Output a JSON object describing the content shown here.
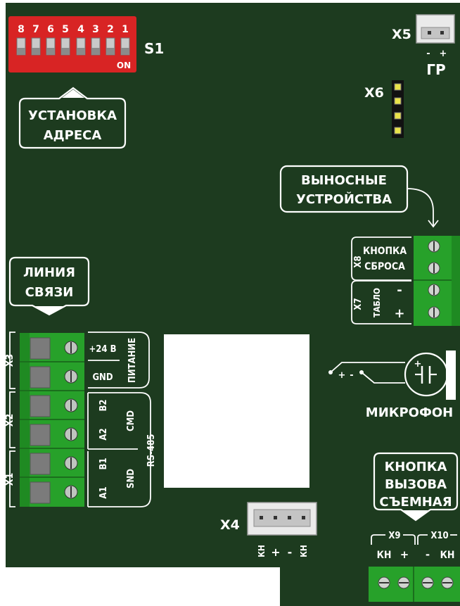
{
  "colors": {
    "board": "#1d3b1f",
    "dip_switch": "#d82424",
    "terminal_green": "#27a12a",
    "silk": "#ffffff"
  },
  "s1": {
    "label": "S1",
    "numbers": [
      "8",
      "7",
      "6",
      "5",
      "4",
      "3",
      "2",
      "1"
    ],
    "on_label": "ON"
  },
  "address_box": {
    "line1": "УСТАНОВКА",
    "line2": "АДРЕСА"
  },
  "x5": {
    "label": "X5",
    "minus": "-",
    "plus": "+",
    "caption": "ГР"
  },
  "x6": {
    "label": "X6"
  },
  "remote_box": {
    "line1": "ВЫНОСНЫЕ",
    "line2": "УСТРОЙСТВА"
  },
  "x8": {
    "label": "X8",
    "line1": "КНОПКА",
    "line2": "СБРОСА"
  },
  "x7": {
    "label": "X7",
    "name": "ТАБЛО",
    "minus": "-",
    "plus": "+"
  },
  "link_box": {
    "line1": "ЛИНИЯ",
    "line2": "СВЯЗИ"
  },
  "left_terminals": {
    "x3": "X3",
    "x2": "X2",
    "x1": "X1",
    "plus24": "+24 В",
    "gnd": "GND",
    "power": "ПИТАНИЕ",
    "b2": "B2",
    "a2": "A2",
    "b1": "B1",
    "a1": "A1",
    "cmd": "CMD",
    "snd": "SND",
    "rs485": "RS-485"
  },
  "microphone": {
    "label": "МИКРОФОН",
    "plus": "+",
    "minus": "-",
    "cap_plus": "+"
  },
  "call_button_box": {
    "line1": "КНОПКА",
    "line2": "ВЫЗОВА",
    "line3": "СЪЕМНАЯ"
  },
  "x9": {
    "label": "X9",
    "kn": "КН",
    "plus": "+"
  },
  "x10": {
    "label": "X10",
    "minus": "-",
    "kn": "КН"
  },
  "x4": {
    "label": "X4",
    "pins": [
      "КН",
      "+",
      "-",
      "КН"
    ]
  }
}
